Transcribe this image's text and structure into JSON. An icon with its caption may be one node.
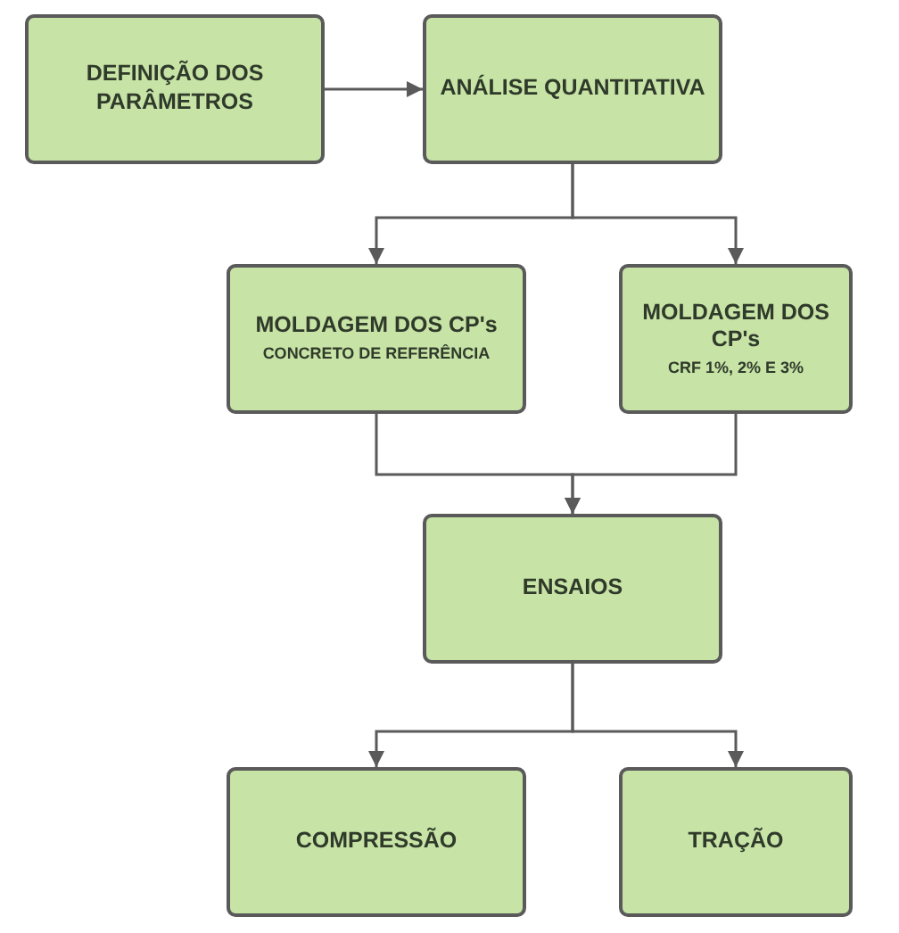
{
  "diagram": {
    "nodes": [
      {
        "text": [
          "DEFINIÇÃO DOS PARÂMETROS"
        ]
      },
      {
        "text": [
          "ANÁLISE QUANTITATIVA"
        ]
      },
      {
        "text": [
          "MOLDAGEM DOS CP's",
          "CONCRETO DE REFERÊNCIA"
        ]
      },
      {
        "text": [
          "MOLDAGEM DOS CP's",
          "CRF 1%, 2% E 3%"
        ]
      },
      {
        "text": [
          "ENSAIOS"
        ]
      },
      {
        "text": [
          "COMPRESSÃO"
        ]
      },
      {
        "text": [
          "TRAÇÃO"
        ]
      }
    ],
    "edges": [
      {
        "from": 0,
        "to": 1,
        "arrow": "to"
      },
      {
        "from": 1,
        "to": 2,
        "arrow": "to"
      },
      {
        "from": 1,
        "to": 3,
        "arrow": "to"
      },
      {
        "from": 2,
        "to": 4,
        "arrow": "to"
      },
      {
        "from": 3,
        "to": 4,
        "arrow": "to"
      },
      {
        "from": 4,
        "to": 5,
        "arrow": "to"
      },
      {
        "from": 4,
        "to": 6,
        "arrow": "to"
      }
    ]
  }
}
